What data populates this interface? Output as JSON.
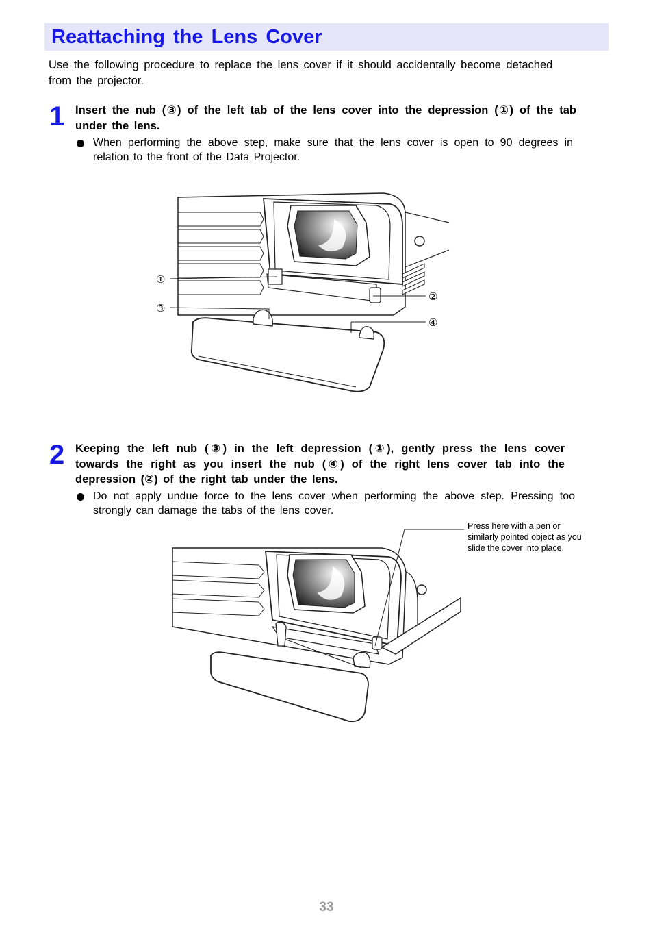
{
  "page": {
    "title": "Reattaching the Lens Cover",
    "intro": "Use the following procedure to replace the lens cover if it should accidentally become detached from the projector.",
    "page_number": "33"
  },
  "steps": [
    {
      "number": "1",
      "text": "Insert the nub (③) of the left tab of the lens cover into the depression (①) of the tab under the lens.",
      "bullet": "When performing the above step, make sure that the lens cover is open to 90 degrees in relation to the front of the Data Projector."
    },
    {
      "number": "2",
      "text": "Keeping the left nub (③) in the left depression (①), gently press the lens cover towards the right as you insert the nub (④) of the right lens cover tab into the depression (②) of the right tab under the lens.",
      "bullet": "Do not apply undue force to the lens cover when performing the above step. Pressing too strongly can damage the tabs of the lens cover."
    }
  ],
  "figure1": {
    "labels": {
      "one": "①",
      "two": "②",
      "three": "③",
      "four": "④"
    }
  },
  "figure2": {
    "callout": "Press here with a pen or similarly pointed object as you slide the cover into place."
  },
  "colors": {
    "heading": "#1818e6",
    "title_background": "#e6e6fa",
    "page_number": "#9a9a9a"
  }
}
